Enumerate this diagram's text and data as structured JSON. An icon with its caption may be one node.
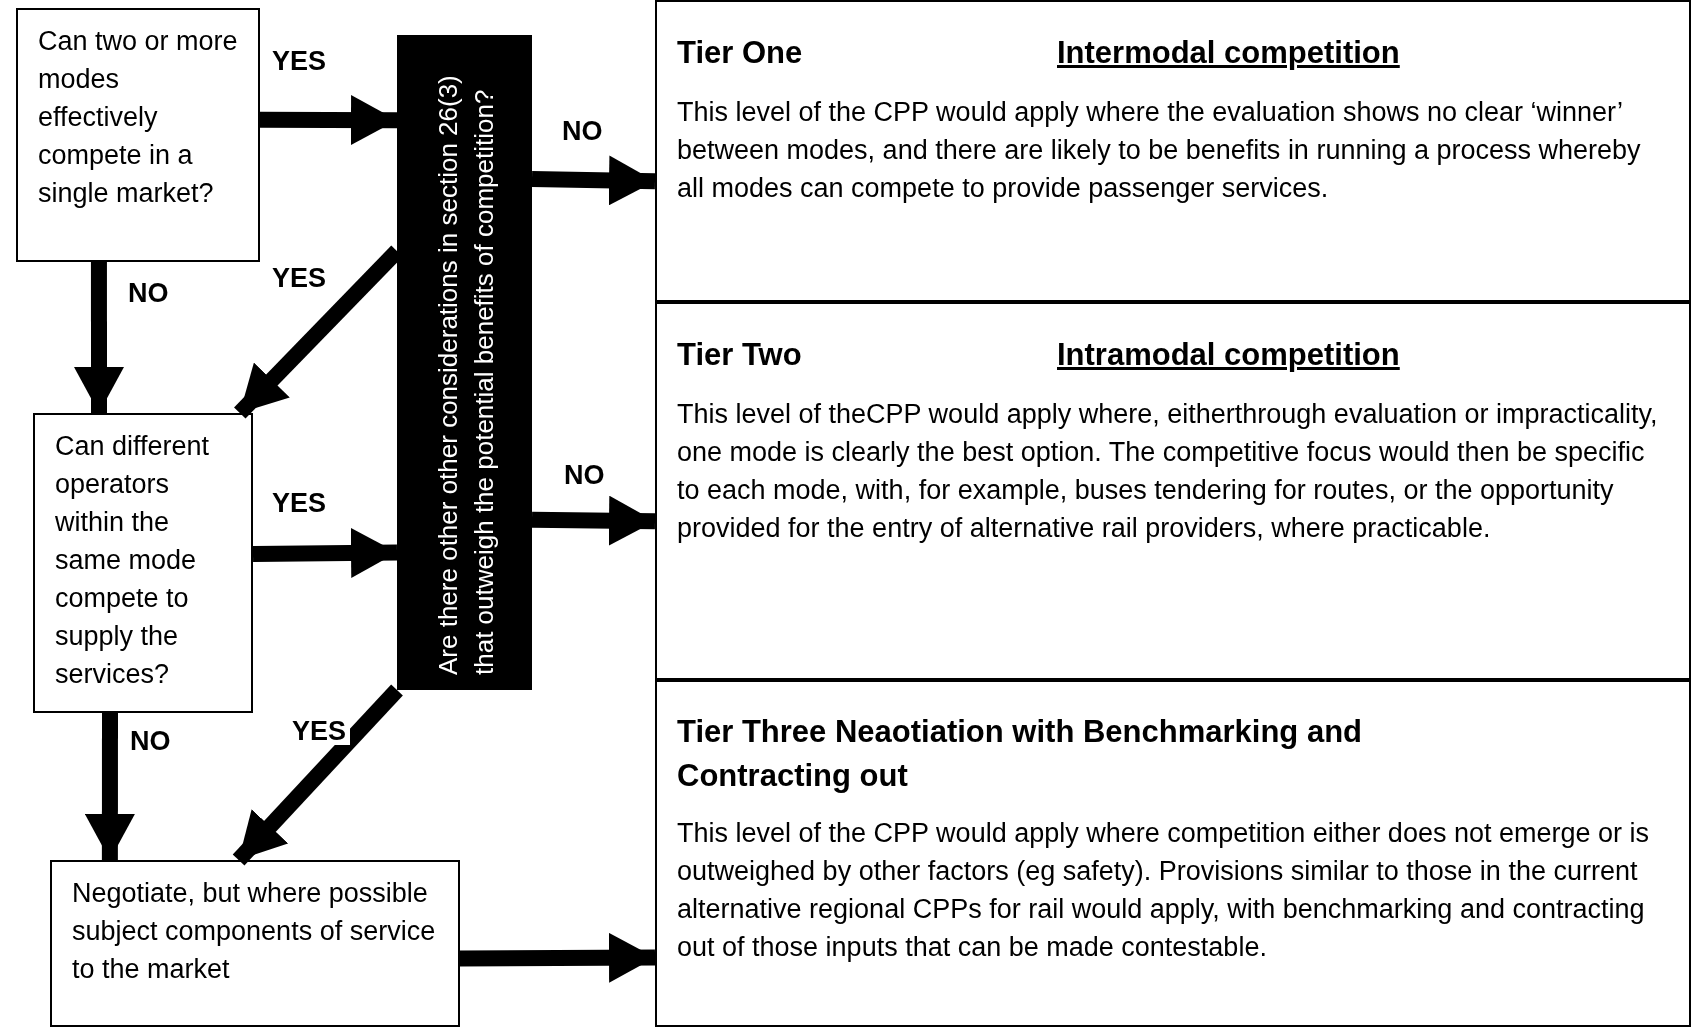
{
  "diagram": {
    "nodes": [
      {
        "text": [
          "Can two or more modes effectively compete in a single market?"
        ]
      },
      {
        "text": [
          "Are there other other considerations in section 26(3) that outweigh the potential benefits of competition?"
        ]
      },
      {
        "text": [
          "Can different operators within the same mode compete to supply the services?"
        ]
      },
      {
        "text": [
          "Negotiate, but where possible subject components of service to the market"
        ]
      },
      {
        "text": [
          "Tier One",
          "Intermodal competition",
          "This level of the CPP would apply where the evaluation shows no clear ‘winner’ between modes, and there are likely to be benefits in running a process whereby all modes can compete to provide passenger services."
        ]
      },
      {
        "text": [
          "Tier Two",
          "Intramodal competition",
          "This level of theCPP would apply where, eitherthrough evaluation or impracticality, one mode is clearly the best option. The competitive focus would then be specific to each mode, with, for example, buses tendering for routes, or the opportunity provided for the entry of alternative rail providers, where practicable."
        ]
      },
      {
        "text": [
          "Tier Three Neaotiation with Benchmarking and Contracting out",
          "This level of the CPP would apply where competition either does not emerge or is outweighed by other factors (eg safety). Provisions similar to those in the current alternative regional CPPs for rail would apply, with benchmarking and contracting out of those inputs that can be made contestable."
        ]
      }
    ],
    "edges": [
      {
        "from": 0,
        "to": 1,
        "arrow": "to",
        "label": "YES"
      },
      {
        "from": 1,
        "to": 4,
        "arrow": "to",
        "label": "NO"
      },
      {
        "from": 1,
        "to": 2,
        "arrow": "to",
        "label": "YES"
      },
      {
        "from": 0,
        "to": 2,
        "arrow": "to",
        "label": "NO"
      },
      {
        "from": 2,
        "to": 1,
        "arrow": "to",
        "label": "YES"
      },
      {
        "from": 1,
        "to": 5,
        "arrow": "to",
        "label": "NO"
      },
      {
        "from": 1,
        "to": 3,
        "arrow": "to",
        "label": "YES"
      },
      {
        "from": 2,
        "to": 3,
        "arrow": "to",
        "label": "NO"
      },
      {
        "from": 3,
        "to": 6,
        "arrow": "to"
      }
    ]
  }
}
